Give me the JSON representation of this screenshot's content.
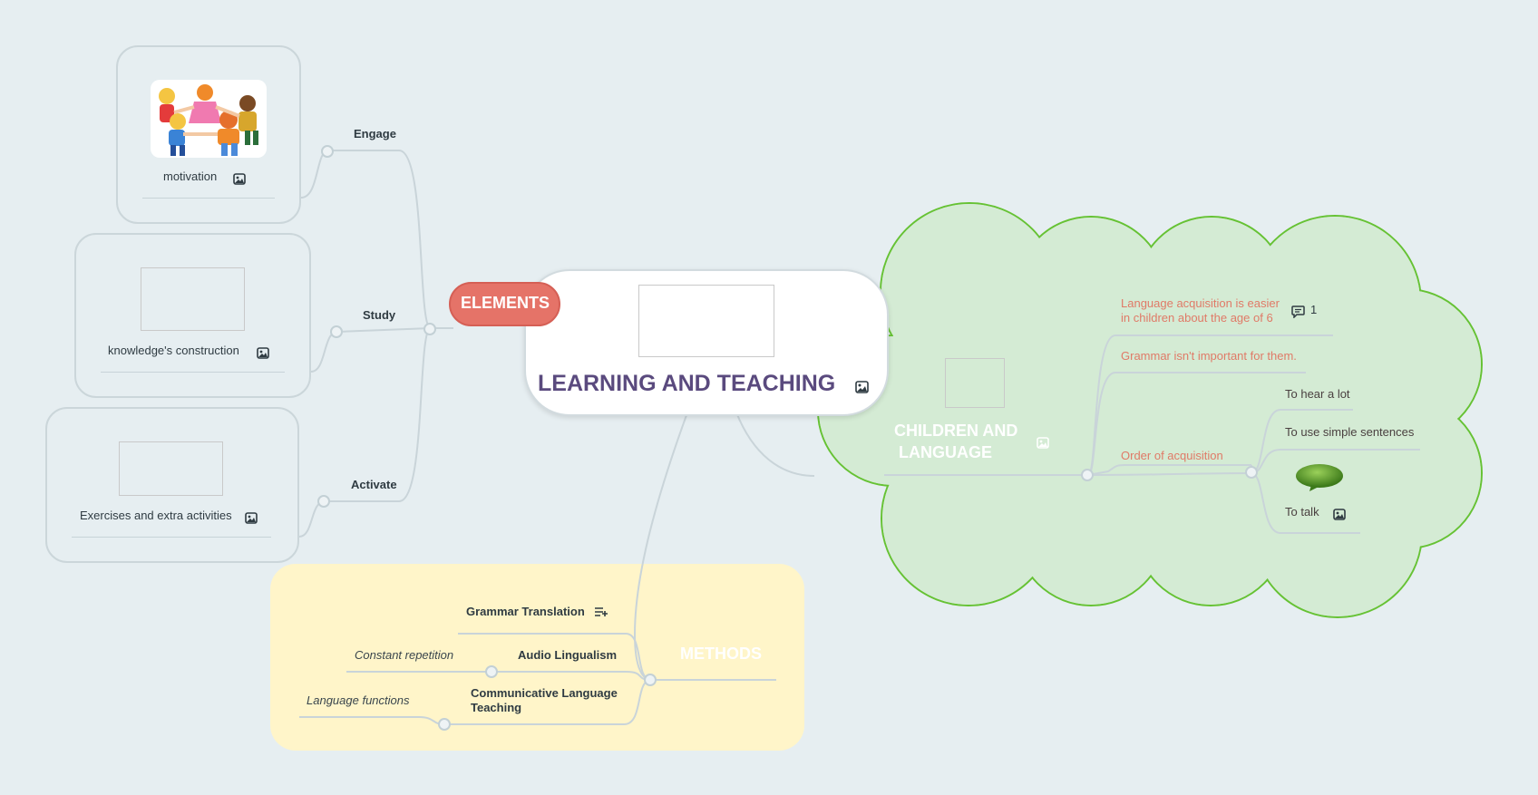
{
  "central": {
    "title": "LEARNING AND TEACHING"
  },
  "elements": {
    "label": "ELEMENTS",
    "branches": [
      {
        "label": "Engage",
        "child": "motivation"
      },
      {
        "label": "Study",
        "child": "knowledge's construction"
      },
      {
        "label": "Activate",
        "child": "Exercises and extra activities"
      }
    ]
  },
  "children": {
    "title_line1": "CHILDREN AND",
    "title_line2": "LANGUAGE",
    "items": [
      {
        "line1": "Language acquisition is easier",
        "line2": "in children about the age of 6",
        "comment_count": "1"
      },
      {
        "text": "Grammar isn't important for them."
      },
      {
        "text": "Order of acquisition"
      }
    ],
    "order": [
      "To hear a lot",
      "To use simple sentences",
      "To talk"
    ]
  },
  "methods": {
    "title": "METHODS",
    "items": [
      {
        "label": "Grammar Translation"
      },
      {
        "label": "Audio Lingualism",
        "note": "Constant repetition"
      },
      {
        "label_line1": "Communicative Language",
        "label_line2": "Teaching",
        "note": "Language functions"
      }
    ]
  },
  "colors": {
    "background": "#e6eef1",
    "elements_badge": "#e57368",
    "central_title": "#5a4a7e",
    "cloud_fill": "#d4ebd4",
    "cloud_stroke": "#66c234",
    "methods_fill": "#fff5c9",
    "red_text": "#e07a67"
  }
}
